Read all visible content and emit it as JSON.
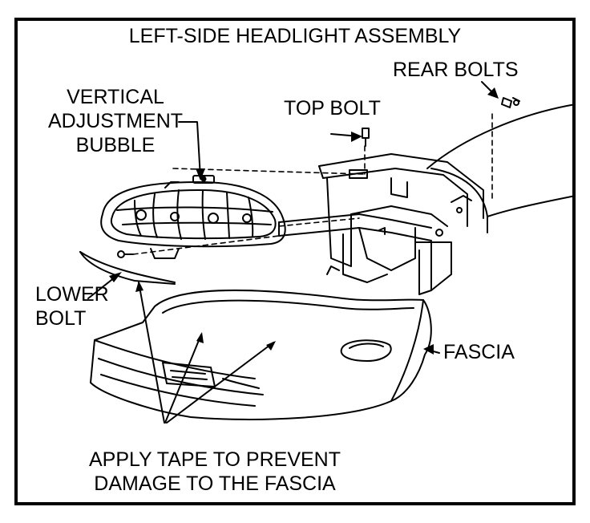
{
  "title": "LEFT-SIDE HEADLIGHT ASSEMBLY",
  "labels": {
    "rear_bolts": "REAR BOLTS",
    "top_bolt": "TOP BOLT",
    "vertical_adjustment_bubble": [
      "VERTICAL",
      "ADJUSTMENT",
      "BUBBLE"
    ],
    "lower_bolt": [
      "LOWER",
      "BOLT"
    ],
    "fascia": "FASCIA",
    "apply_tape": [
      "APPLY TAPE TO PREVENT",
      "DAMAGE TO THE FASCIA"
    ]
  },
  "colors": {
    "ink": "#000000",
    "paper": "#ffffff"
  }
}
